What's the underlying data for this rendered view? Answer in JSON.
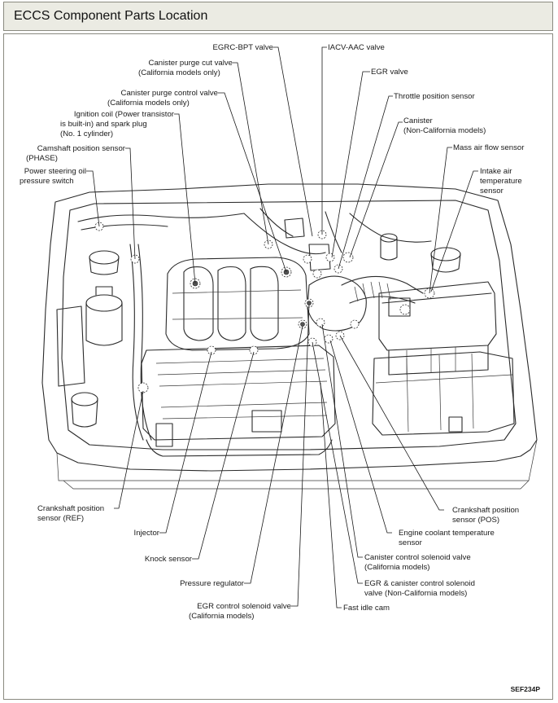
{
  "header": {
    "title": "ECCS Component Parts Location"
  },
  "diagram": {
    "code": "SEF234P",
    "labels": {
      "egrc_bpt_valve": "EGRC-BPT valve",
      "iacv_aac_valve": "IACV-AAC valve",
      "canister_purge_cut_1": "Canister purge cut valve",
      "canister_purge_cut_2": "(California models only)",
      "egr_valve": "EGR valve",
      "canister_purge_ctrl_1": "Canister purge control valve",
      "canister_purge_ctrl_2": "(California models only)",
      "throttle_position_sensor": "Throttle position sensor",
      "ignition_coil_1": "Ignition coil (Power transistor",
      "ignition_coil_2": "is built-in) and spark plug",
      "ignition_coil_3": "(No. 1 cylinder)",
      "canister_1": "Canister",
      "canister_2": "(Non-California models)",
      "camshaft_1": "Camshaft position sensor",
      "camshaft_2": "(PHASE)",
      "mass_air_flow_sensor": "Mass air flow sensor",
      "power_steering_1": "Power steering oil",
      "power_steering_2": "pressure switch",
      "intake_air_1": "Intake air",
      "intake_air_2": "temperature",
      "intake_air_3": "sensor",
      "crank_ref_1": "Crankshaft position",
      "crank_ref_2": "sensor (REF)",
      "crank_pos_1": "Crankshaft position",
      "crank_pos_2": "sensor (POS)",
      "injector": "Injector",
      "coolant_1": "Engine coolant temperature",
      "coolant_2": "sensor",
      "knock_sensor": "Knock sensor",
      "canister_ctrl_sol_1": "Canister control solenoid valve",
      "canister_ctrl_sol_2": "(California models)",
      "pressure_regulator": "Pressure regulator",
      "egr_canister_sol_1": "EGR & canister control solenoid",
      "egr_canister_sol_2": "valve (Non-California models)",
      "egr_ctrl_sol_1": "EGR control solenoid valve",
      "egr_ctrl_sol_2": "(California models)",
      "fast_idle_cam": "Fast idle cam"
    }
  }
}
